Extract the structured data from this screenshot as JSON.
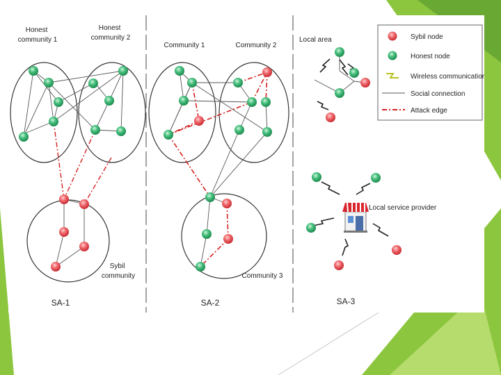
{
  "colors": {
    "sybil": "#e8474c",
    "honest": "#2fb36a",
    "attack": "#d42020",
    "social": "#555555",
    "wireless": "#b8c020",
    "slide_green": "#8cc63e",
    "slide_green_dark": "#5e9a2a"
  },
  "sa1": {
    "honest1_label": [
      "Honest",
      "community 1"
    ],
    "honest2_label": [
      "Honest",
      "community 2"
    ],
    "sybil_label": [
      "Sybil",
      "community"
    ],
    "caption": "SA-1"
  },
  "sa2": {
    "c1_label": "Community 1",
    "c2_label": "Community 2",
    "c3_label": "Community 3",
    "caption": "SA-2"
  },
  "sa3": {
    "local_area_label": "Local area",
    "provider_label": "Local service provider",
    "caption": "SA-3",
    "provider_icon": "store-icon"
  },
  "legend": [
    {
      "kind": "sybil",
      "label": "Sybil node"
    },
    {
      "kind": "honest",
      "label": "Honest node"
    },
    {
      "kind": "wireless",
      "label": "Wireless communications"
    },
    {
      "kind": "social",
      "label": "Social connection"
    },
    {
      "kind": "attack",
      "label": "Attack edge"
    }
  ]
}
